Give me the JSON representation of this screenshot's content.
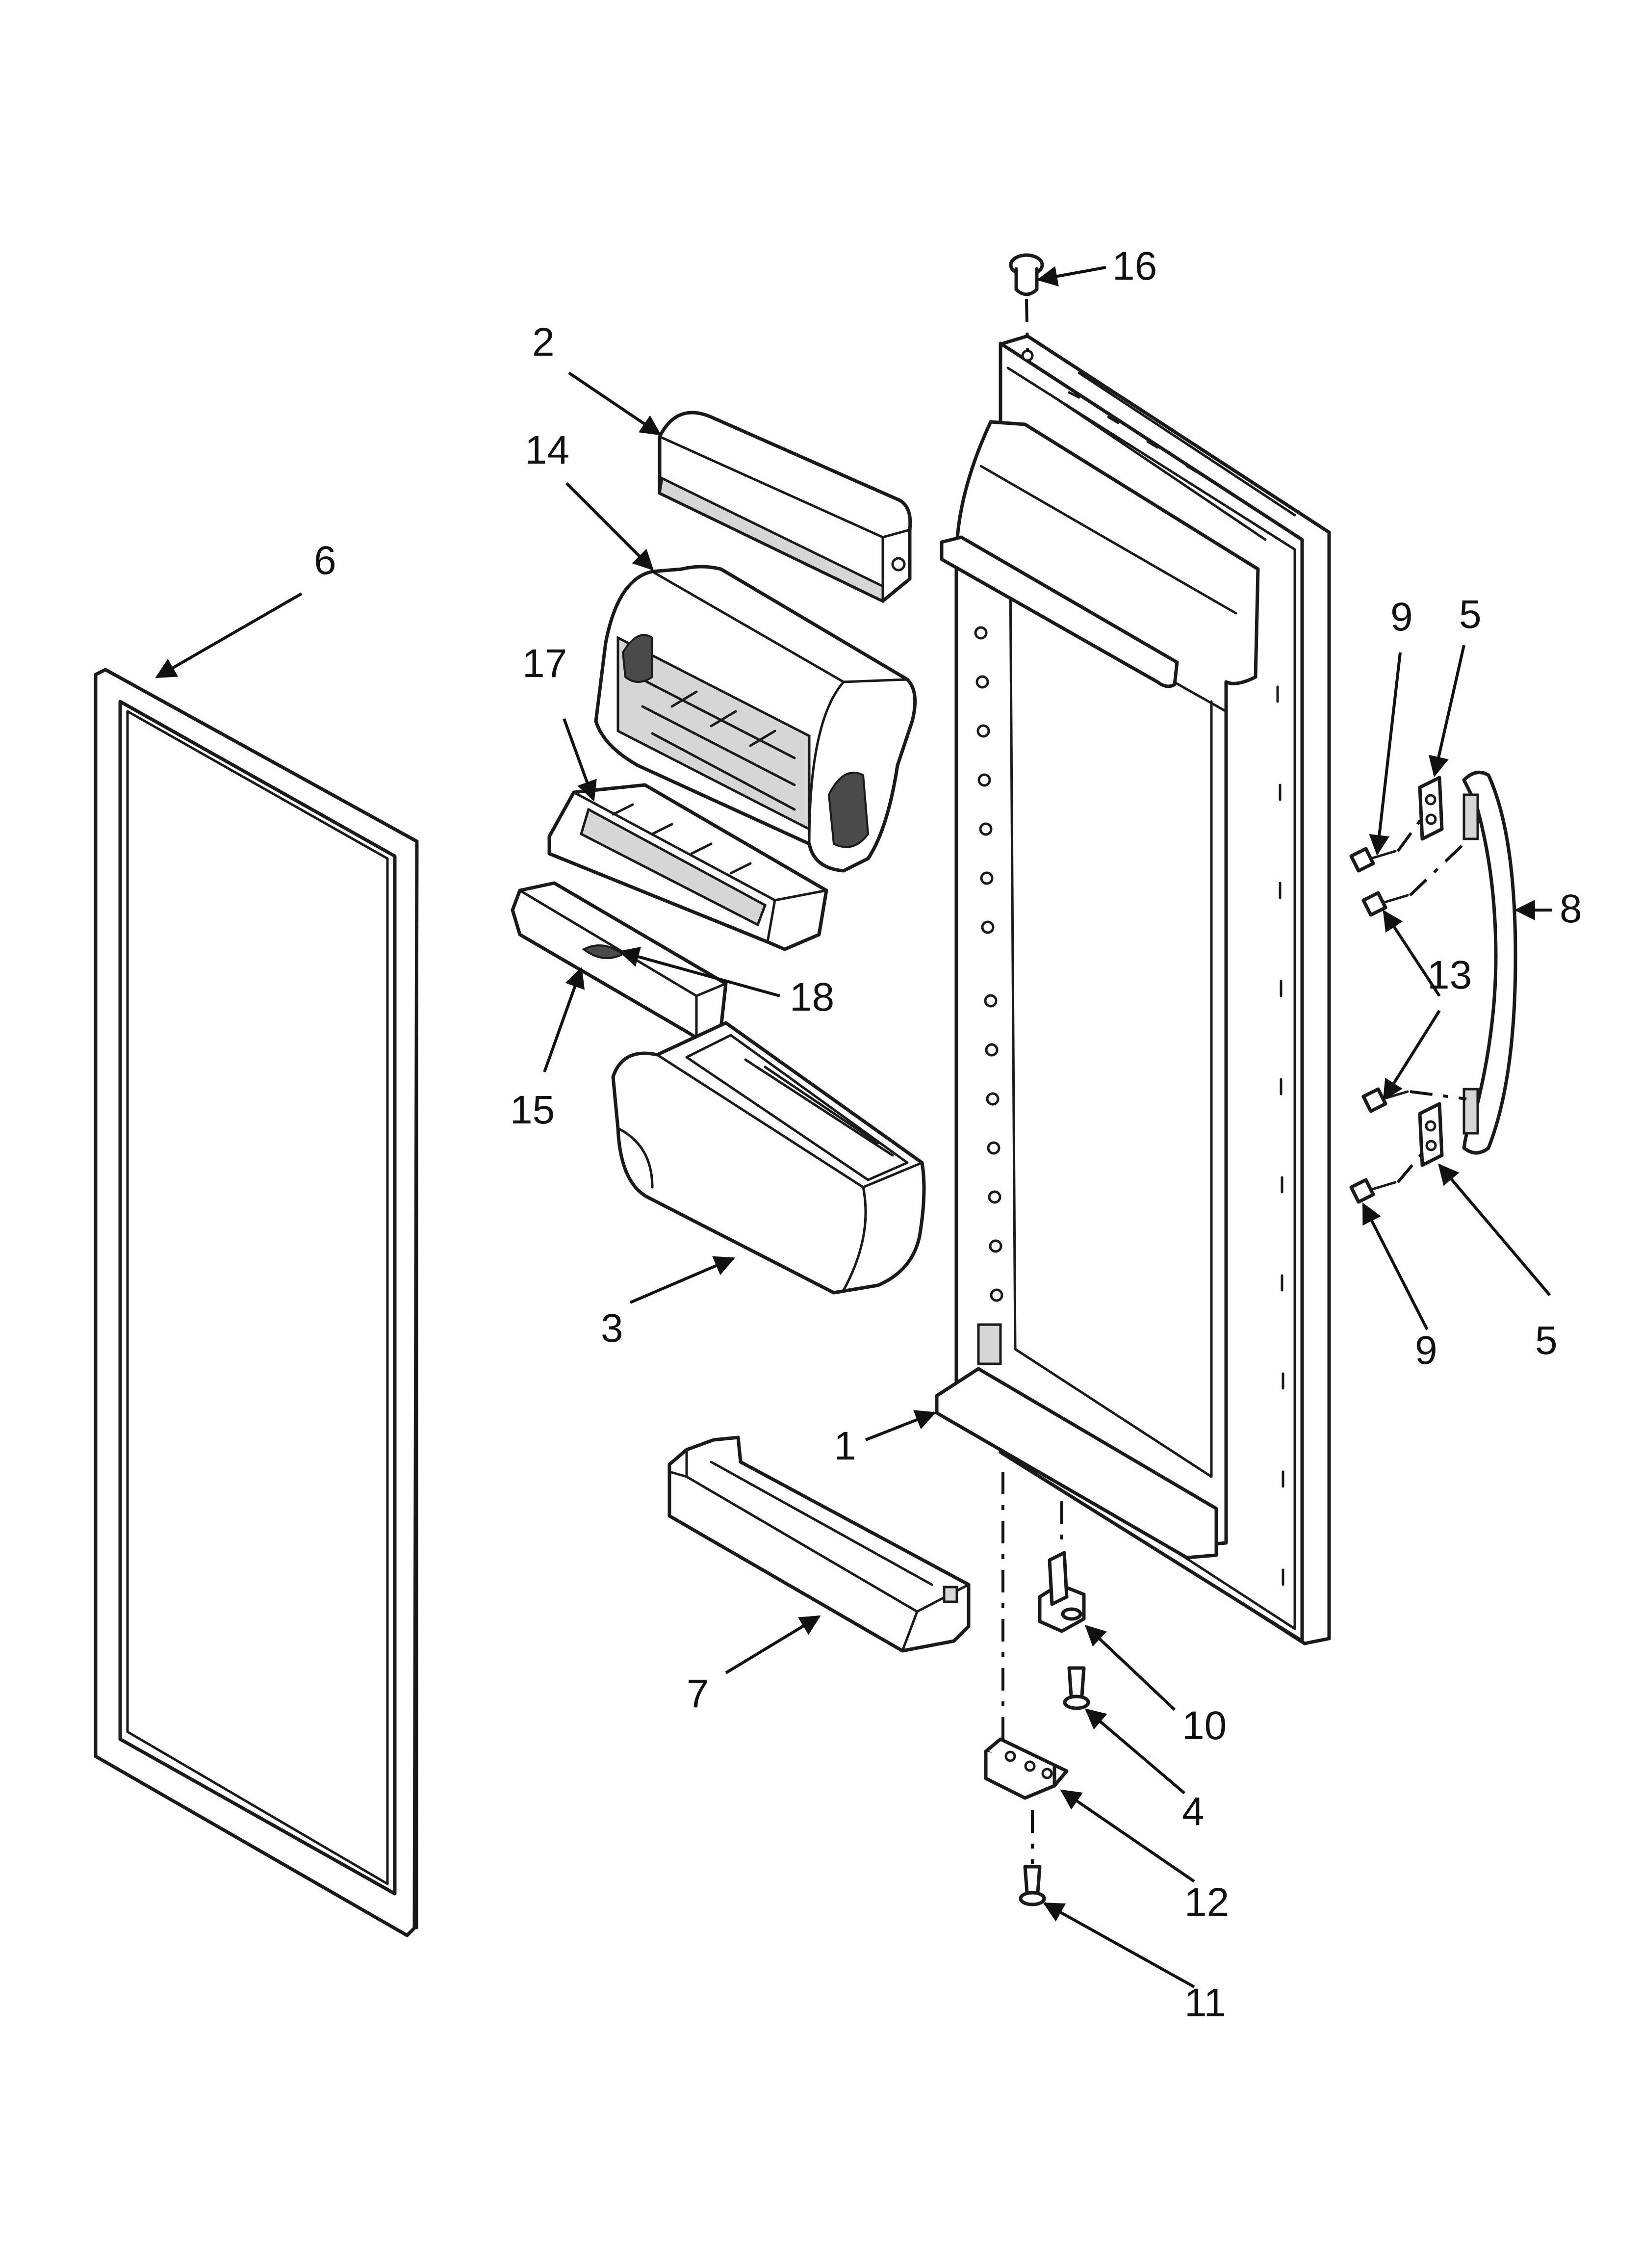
{
  "colors": {
    "line": "#1a1a1a",
    "shade": "#d6d6d6",
    "background": "#ffffff"
  },
  "callouts": {
    "c1": "1",
    "c2": "2",
    "c3": "3",
    "c4": "4",
    "c5a": "5",
    "c5b": "5",
    "c6": "6",
    "c7": "7",
    "c8": "8",
    "c9a": "9",
    "c9b": "9",
    "c10": "10",
    "c11": "11",
    "c12": "12",
    "c13": "13",
    "c14": "14",
    "c15": "15",
    "c16": "16",
    "c17": "17",
    "c18": "18"
  }
}
